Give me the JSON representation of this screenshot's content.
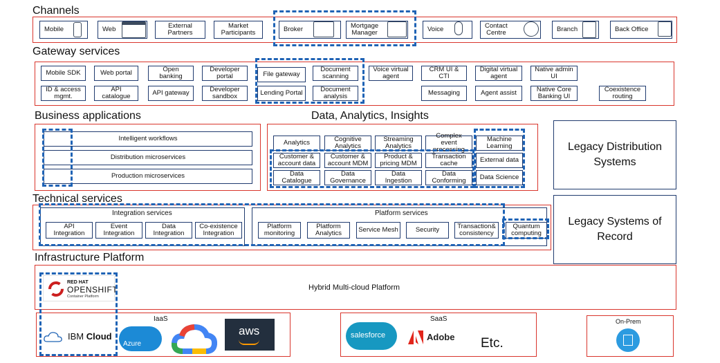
{
  "sections": {
    "channels": "Channels",
    "gateway": "Gateway services",
    "business": "Business applications",
    "analytics": "Data, Analytics, Insights",
    "technical": "Technical services",
    "infra": "Infrastructure Platform"
  },
  "channels": {
    "mobile": "Mobile",
    "web": "Web",
    "external": "External\nPartners",
    "market": "Market\nParticipants",
    "broker": "Broker",
    "mortgage": "Mortgage\nManager",
    "voice": "Voice",
    "contact": "Contact\nCentre",
    "branch": "Branch",
    "backoffice": "Back Office"
  },
  "gateway": {
    "mobile_sdk": "Mobile SDK",
    "web_portal": "Web  portal",
    "open_banking": "Open\nbanking",
    "dev_portal": "Developer\nportal",
    "file_gateway": "File gateway",
    "doc_scanning": "Document\nscanning",
    "voice_agent": "Voice virtual\nagent",
    "crm": "CRM UI &\nCTI",
    "digital_agent": "Digital virtual\nagent",
    "native_admin": "Native admin\nUI",
    "id_access": "ID & access\nmgmt.",
    "api_catalogue": "API\ncatalogue",
    "api_gateway": "API gateway",
    "dev_sandbox": "Developer\nsandbox",
    "lending_portal": "Lending Portal",
    "doc_analysis": "Document\nanalysis",
    "messaging": "Messaging",
    "agent_assist": "Agent assist",
    "native_core": "Native Core\nBanking UI",
    "coexistence": "Coexistence\nrouting"
  },
  "business": {
    "workflows": "Intelligent workflows",
    "distribution": "Distribution microservices",
    "production": "Production microservices"
  },
  "analytics": {
    "analytics": "Analytics",
    "cognitive": "Cognitive\nAnalytics",
    "streaming": "Streaming\nAnalytics",
    "complex_event": "Complex event\nprocessing",
    "ml": "Machine\nLearning",
    "cust_account": "Customer &\naccount data",
    "cust_mdm": "Customer &\naccount MDM",
    "product_mdm": "Product &\npricing MDM",
    "txn_cache": "Transaction\ncache",
    "external": "External data",
    "catalogue": "Data\nCatalogue",
    "governance": "Data\nGovernance",
    "ingestion": "Data\nIngestion",
    "conforming": "Data\nConforming",
    "science": "Data Science"
  },
  "legacy": {
    "distribution": "Legacy Distribution\nSystems",
    "record": "Legacy Systems of\nRecord"
  },
  "technical": {
    "integration_title": "Integration services",
    "api_int": "API\nIntegration",
    "event_int": "Event\nIntegration",
    "data_int": "Data\nIntegration",
    "coex_int": "Co-existence\nIntegration",
    "platform_title": "Platform services",
    "monitoring": "Platform\nmonitoring",
    "p_analytics": "Platform\nAnalytics",
    "mesh": "Service Mesh",
    "security": "Security",
    "txn": "Transaction&\nconsistency",
    "quantum": "Quantum\ncomputing"
  },
  "infra": {
    "redhat_top": "RED HAT",
    "openshift": "OPENSHIFT",
    "container": "Container Platform",
    "hybrid": "Hybrid Multi-cloud Platform",
    "iaas": "IaaS",
    "ibm_cloud_a": "IBM",
    "ibm_cloud_b": "Cloud",
    "azure": "Azure",
    "aws": "aws",
    "saas": "SaaS",
    "salesforce": "salesforce",
    "adobe": "Adobe",
    "etc": "Etc.",
    "onprem": "On-Prem"
  },
  "colors": {
    "red_border": "#d9342b",
    "navy": "#1f3a6e",
    "dash_blue": "#1f63b5",
    "aws_bg": "#232f3e",
    "salesforce": "#1798c1",
    "azure": "#1c8ad6",
    "adobe": "#e1251b",
    "redhat": "#cc1f1f",
    "onprem_icon": "#2c9be0"
  }
}
